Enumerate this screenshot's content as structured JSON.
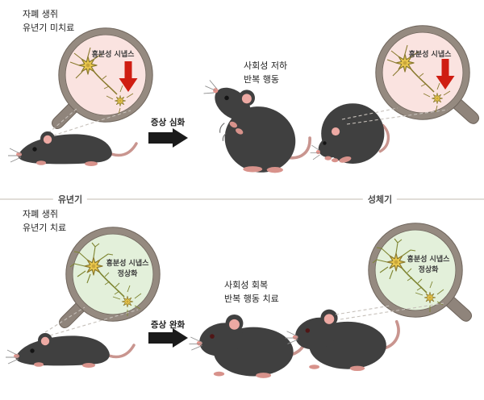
{
  "colors": {
    "lens_pink": "#fae3e0",
    "lens_green": "#e3f0da",
    "red": "#cf1d12",
    "rim": "#958a80",
    "mouse_body": "#404040",
    "pink_accent": "#eda9a3"
  },
  "top": {
    "title_line1": "자폐 생쥐",
    "title_line2": "유년기 미치료",
    "lens_left_label": "흥분성 시냅스",
    "lens_right_label": "흥분성 시냅스",
    "arrow_label": "증상 심화",
    "result_line1": "사회성 저하",
    "result_line2": "반복 행동"
  },
  "timeline": {
    "left_label": "유년기",
    "right_label": "성체기"
  },
  "bottom": {
    "title_line1": "자폐 생쥐",
    "title_line2": "유년기 치료",
    "lens_left_label_line1": "흥분성 시냅스",
    "lens_left_label_line2": "정상화",
    "lens_right_label_line1": "흥분성 시냅스",
    "lens_right_label_line2": "정상화",
    "arrow_label": "증상 완화",
    "result_line1": "사회성 회복",
    "result_line2": "반복 행동 치료"
  }
}
